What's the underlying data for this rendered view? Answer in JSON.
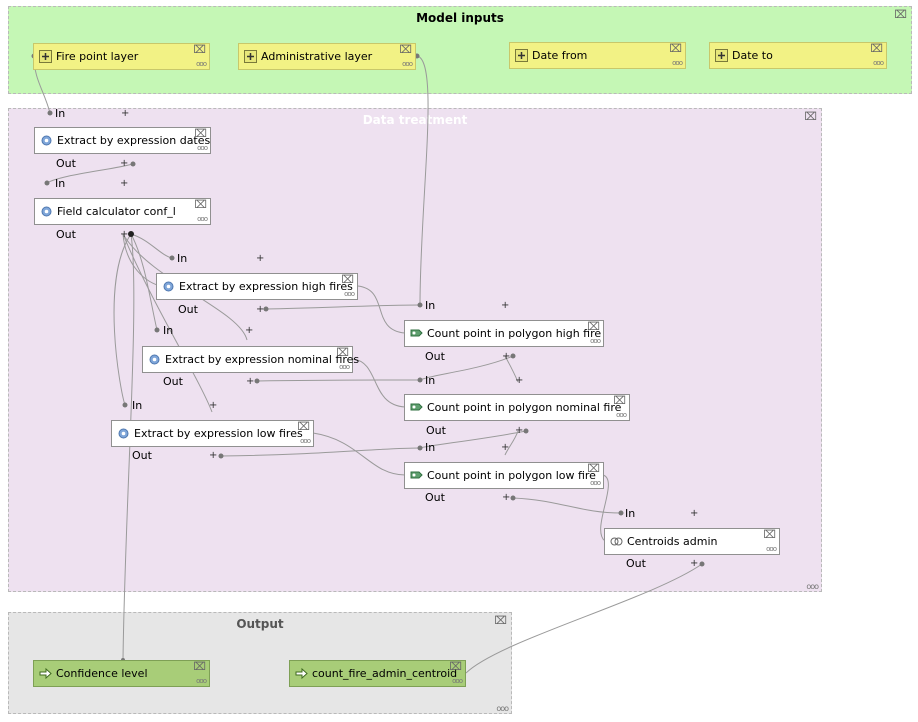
{
  "groups": {
    "model_inputs": "Model inputs",
    "data_treatment": "Data treatment",
    "output": "Output"
  },
  "inputs": {
    "fire_point_layer": "Fire point layer",
    "administrative_layer": "Administrative layer",
    "date_from": "Date from",
    "date_to": "Date to"
  },
  "algorithms": {
    "extract_dates": "Extract by expression dates",
    "field_calc": "Field calculator conf_l",
    "extract_high": "Extract by expression high fires",
    "extract_nominal": "Extract by expression nominal fires",
    "extract_low": "Extract by expression low  fires",
    "count_high": "Count point in polygon high fire",
    "count_nominal": "Count point in polygon nominal fire",
    "count_low": "Count point in polygon low  fire",
    "centroids": "Centroids admin"
  },
  "outputs": {
    "confidence_level": "Confidence level",
    "count_fire_admin_centroid": "count_fire_admin_centroid"
  },
  "ports": {
    "in": "In",
    "out": "Out",
    "plus": "+"
  },
  "glyphs": {
    "close": "⌧",
    "dots": "ooo"
  },
  "colors": {
    "model_inputs_bg": "#c5f7b5",
    "data_treatment_bg": "#eee1f0",
    "output_bg": "#e6e6e6",
    "input_node": "#f2f285",
    "output_node": "#a8cd78",
    "wire": "#9a9a9a"
  }
}
